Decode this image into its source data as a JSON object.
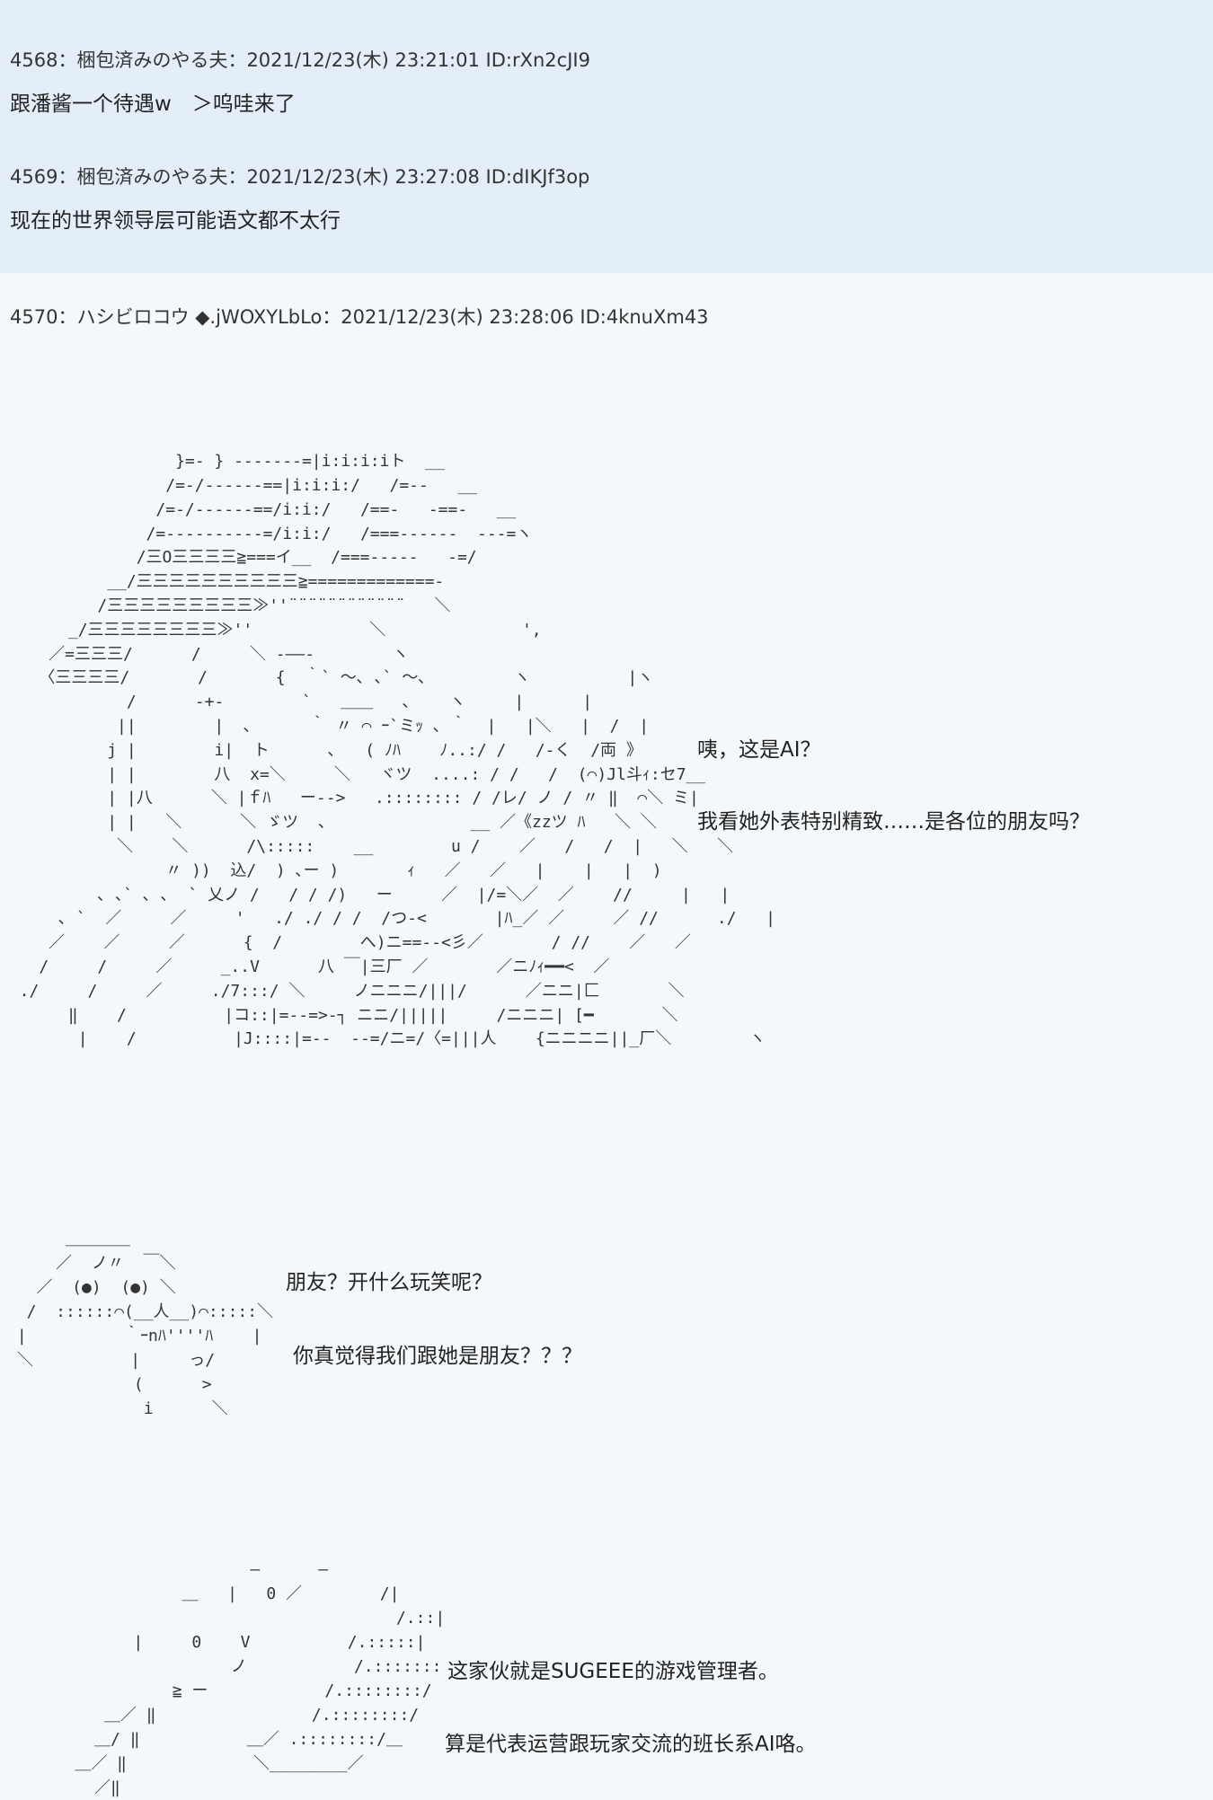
{
  "posts": [
    {
      "header": "4568：梱包済みのやる夫：2021/12/23(木) 23:21:01 ID:rXn2cJI9",
      "body": "跟潘酱一个待遇w　＞呜哇来了"
    },
    {
      "header": "4569：梱包済みのやる夫：2021/12/23(木) 23:27:08 ID:dIKJf3op",
      "body": "现在的世界领导层可能语文都不太行"
    },
    {
      "header": "4570：ハシビロコウ ◆.jWOXYLbLo：2021/12/23(木) 23:28:06 ID:4knuXm43",
      "art1": " \n\n\n\n                  }=- } -------=|i:i:i:iト  __\n                 /=-/------==|i:i:i:/   /=--   __\n                /=-/------==/i:i:/   /==-   -==-   __\n               /=----------=/i:i:/   /===------  ---=ヽ\n              /三O三三三三≧===イ__  /===-----   -=/\n           __/三三三三三三三三三三≧=============-\n          /三三三三三三三三三≫''¨¨¨¨¨¨¨¨¨¨¨¨   ＼\n       _/三三三三三三三三≫''            ＼              ',\n     ／=三三三/      /     ＼ -――-        ヽ\n    〈三三三三/       /       {  ｀` ～､ ､` ～､         ヽ          |ヽ\n             /      -+-        `   ＿＿   ､    ヽ     |      |\n            ||        |  ､      ｀ 〃 ⌒ ｰ`ミｯ ､ ｀  |   |＼   |  /  |\n           j |        i|  ト      ､   ( ﾉﾊ    ﾉ..:/ /   /-く  /両 》\n           | |        八  x=＼     ＼   ヾツ  ....: / /   /  (⌒)Jl斗ｨ:セ7__\n           | |八      ＼ |ｆﾊ   ー-->   .:::::::: / /レ/ ノ / 〃 ‖  ⌒＼ ミ|\n           | |   ＼      ＼ ゞツ  、              __ ／《zzツ ﾊ   ＼ ＼\n            ＼    ＼      /\\:::::    __        u /    ／   /   /  |   ＼   ＼\n                 〃 ))  込/  ) ､ー )       ｨ   ／   ／   |    |   |  )\n          ､ ､` ､ ､  ` 乂ノ /   / / /)   ー     ／  |/=＼／  ／    //     |   |\n      ､ `  ／     ／     '   ./ ./ / /  /つ-<       |ﾊ_／ ／     ／ //      ./   |\n     ／    ／     ／      {  /        へ)ニ==--<彡／       / //    ／   ／\n    /     /     ／     _..V      八 ￣|三厂 ／       ／ニﾉｨ━━<  ／\n  ./     /     ／     ./7:::/ ＼     ノニニニ/|||/      ／ニニ|匚       ＼\n       ‖    /          |コ::|=--=>-┐ ニニ/|||||     /ニニニ| [━       ＼\n        |    /          |J::::|=--  --=/ニ=/〈=|||人    {ニニニニ||_厂＼        ヽ",
      "dialog1": [
        "咦，这是AI？",
        "我看她外表特别精致……是各位的朋友吗？"
      ],
      "art2": "      ＿＿＿＿\n     ／  ノ〃  ￣＼\n   ／  (●)  (●) ＼\n  /  ::::::⌒(__人__)⌒:::::＼\n |          ｀ｰnﾊ''''ﾊ    |\n ＼          |     っ/\n             (      >\n              i      ＼",
      "dialog2": [
        "朋友？开什么玩笑呢？",
        "你真觉得我们跟她是朋友？？？"
      ],
      "art3": "                      —      —\n               ＿   |   0 ／        /|\n                                     /.::|\n          |     0    V          /.:::::|\n                    ノ           /.:::::::\n              ≧ ー            /.::::::::/\n       ＿／ ‖                /.::::::::/\n      ＿/ ‖           ＿／ .::::::::/＿\n    ＿／ ‖             ＼________／\n      ／‖",
      "dialog3": [
        "这家伙就是SUGEEE的游戏管理者。",
        "算是代表运营跟玩家交流的班长系AI咯。"
      ]
    }
  ]
}
